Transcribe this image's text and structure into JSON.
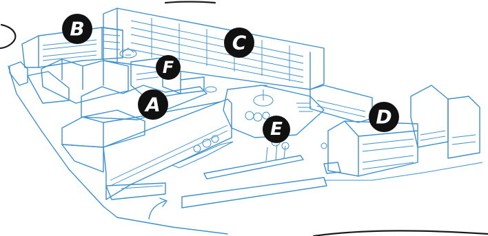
{
  "markers": [
    {
      "id": "A",
      "label": "A"
    },
    {
      "id": "B",
      "label": "B"
    },
    {
      "id": "C",
      "label": "C"
    },
    {
      "id": "D",
      "label": "D"
    },
    {
      "id": "E",
      "label": "E"
    },
    {
      "id": "F",
      "label": "F"
    }
  ],
  "colors": {
    "line": "#3c90cf",
    "ink": "#1b1b1b",
    "badge": "#111111",
    "badge_text": "#ffffff"
  },
  "icons": {
    "entrance": "curved-arrow-icon"
  }
}
